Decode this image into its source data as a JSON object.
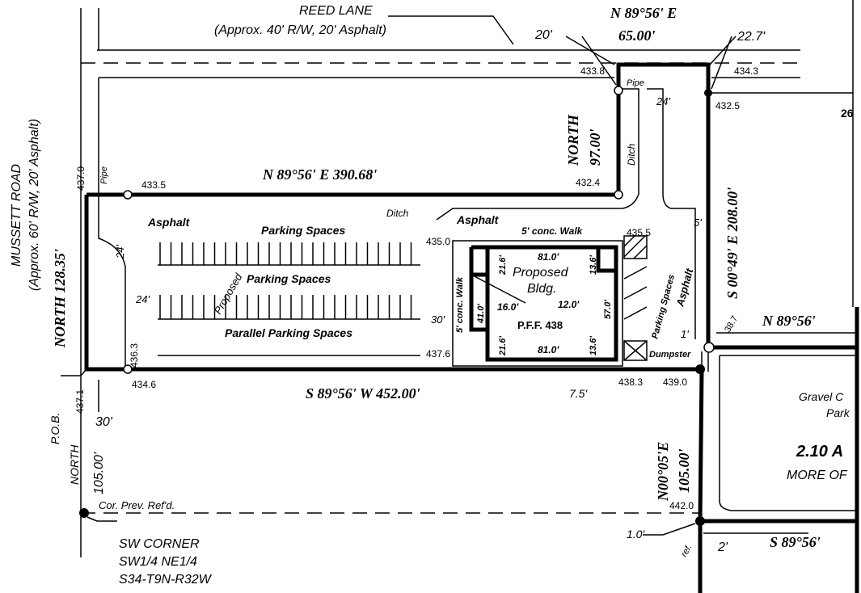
{
  "roads": {
    "reed_lane": "REED LANE",
    "reed_lane_desc": "(Approx. 40' R/W, 20' Asphalt)",
    "mussett_road": "MUSSETT ROAD",
    "mussett_road_desc": "(Approx. 60' R/W, 20' Asphalt)"
  },
  "bearings": {
    "top_short": "N 89°56' E",
    "top_short_dist": "65.00'",
    "north_short": "NORTH",
    "north_short_dist": "97.00'",
    "east": "S 00°49' E 208.00'",
    "north_main": "N 89°56' E 390.68'",
    "south_main": "S 89°56' W 452.00'",
    "west": "NORTH 128.35'",
    "east_lower": "N00°05'E",
    "east_lower_dist": "105.00'",
    "right_mid": "N 89°56'",
    "right_bottom": "S 89°56'",
    "pob_north": "NORTH",
    "pob_north_dist": "105.00'"
  },
  "elevations": {
    "e433_8": "433.8",
    "e434_3": "434.3",
    "e432_5": "432.5",
    "e432_4": "432.4",
    "e433_5": "433.5",
    "e437_0": "437.0",
    "e435_0": "435.0",
    "e435_5": "435.5",
    "e437_6": "437.6",
    "e436_3": "436.3",
    "e434_6": "434.6",
    "e437_1": "437.1",
    "e438_3": "438.3",
    "e439_0": "439.0",
    "e442_0": "442.0",
    "e38_7": "38.7"
  },
  "dims": {
    "d20": "20'",
    "d22_7": "22.7'",
    "d24a": "24'",
    "d24b": "24'",
    "d24c": "24'",
    "d5": "5'",
    "d1": "1'",
    "d30a": "30'",
    "d30b": "30'",
    "d7_5": "7.5'",
    "d1_0": "1.0'",
    "d2": "2'",
    "d26": "26"
  },
  "labels": {
    "pipe1": "Pipe",
    "pipe2": "Pipe",
    "ditch1": "Ditch",
    "ditch2": "Ditch",
    "asphalt1": "Asphalt",
    "asphalt2": "Asphalt",
    "asphalt3": "Asphalt",
    "parking1": "Parking Spaces",
    "parking2": "Parking Spaces",
    "parking3": "Parking Spaces",
    "parallel": "Parallel Parking Spaces",
    "proposed_rot": "Proposed",
    "walk_top": "5' conc. Walk",
    "walk_left": "5' conc. Walk",
    "dumpster": "Dumpster",
    "pob": "P.O.B.",
    "cor_ref": "Cor. Prev. Ref'd.",
    "ref": "ref.",
    "gravel": "Gravel C",
    "park": "Park",
    "acreage": "2.10 A",
    "more_or": "MORE OF",
    "sw_corner": "SW CORNER",
    "sw_quarter": "SW1/4 NE1/4",
    "section": "S34-T9N-R32W"
  },
  "building": {
    "name1": "Proposed",
    "name2": "Bldg.",
    "pff": "P.F.F. 438",
    "top": "81.0'",
    "bottom": "81.0'",
    "tl": "21.6'",
    "bl": "21.6'",
    "tr": "13.6'",
    "br": "13.6'",
    "left": "41.0'",
    "right": "57.0'",
    "in_left": "16.0'",
    "in_right": "12.0'"
  }
}
